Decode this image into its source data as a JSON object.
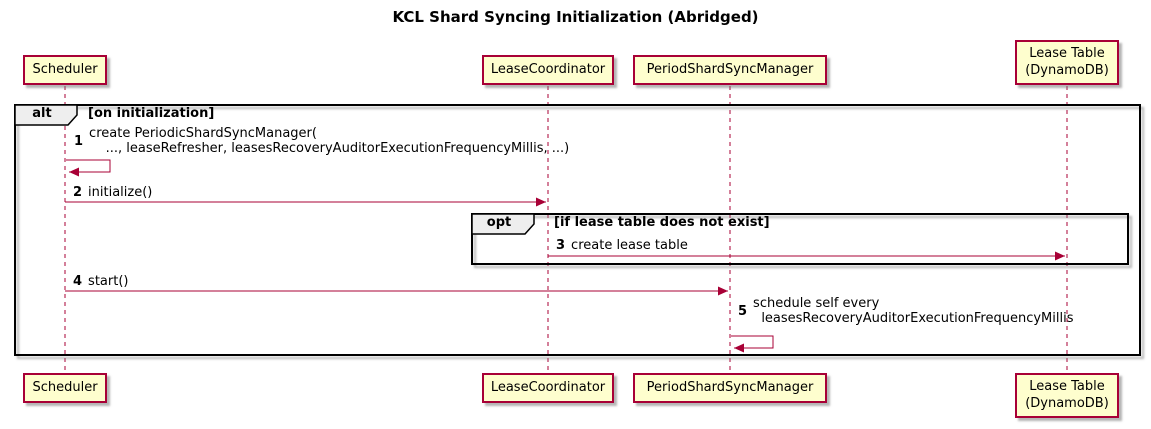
{
  "diagram": {
    "title": "KCL Shard Syncing Initialization (Abridged)",
    "type": "uml-sequence"
  },
  "participants": [
    {
      "id": "scheduler",
      "label": "Scheduler"
    },
    {
      "id": "lease-coordinator",
      "label": "LeaseCoordinator"
    },
    {
      "id": "period-shard-sync-manager",
      "label": "PeriodShardSyncManager"
    },
    {
      "id": "lease-table",
      "label": "Lease Table\n(DynamoDB)"
    }
  ],
  "frames": [
    {
      "keyword": "alt",
      "guard": "[on initialization]"
    },
    {
      "keyword": "opt",
      "guard": "[if lease table does not exist]"
    }
  ],
  "messages": [
    {
      "num": "1",
      "text": "create PeriodicShardSyncManager(\n    ..., leaseRefresher, leasesRecoveryAuditorExecutionFrequencyMillis, ...)",
      "from": "scheduler",
      "to": "scheduler",
      "kind": "self"
    },
    {
      "num": "2",
      "text": "initialize()",
      "from": "scheduler",
      "to": "lease-coordinator",
      "kind": "sync"
    },
    {
      "num": "3",
      "text": "create lease table",
      "from": "lease-coordinator",
      "to": "lease-table",
      "kind": "sync"
    },
    {
      "num": "4",
      "text": "start()",
      "from": "scheduler",
      "to": "period-shard-sync-manager",
      "kind": "sync"
    },
    {
      "num": "5",
      "text": "schedule self every\n  leasesRecoveryAuditorExecutionFrequencyMillis",
      "from": "period-shard-sync-manager",
      "to": "period-shard-sync-manager",
      "kind": "self"
    }
  ],
  "colors": {
    "participant_fill": "#FEFECE",
    "participant_border": "#A80036",
    "lifeline": "#A80036",
    "arrow": "#A80036",
    "frame_border": "#000000",
    "frame_header_fill": "#EEEEEE",
    "background": "#FFFFFF"
  }
}
